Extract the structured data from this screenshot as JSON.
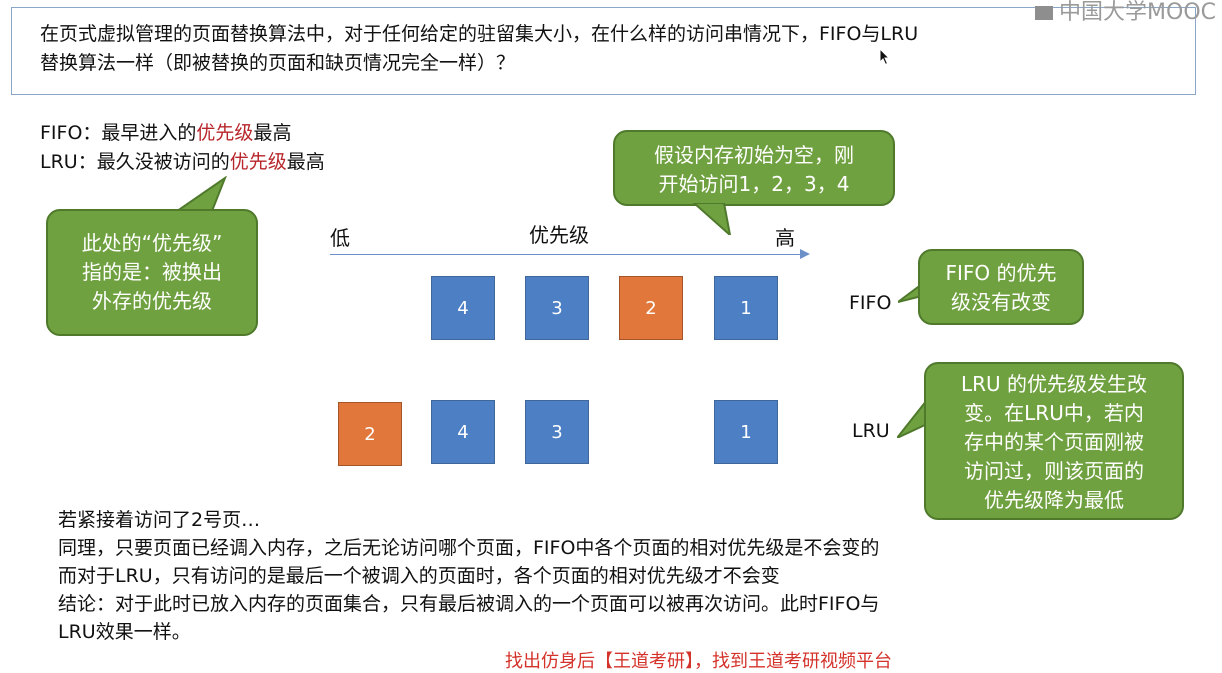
{
  "question": {
    "line1": "在页式虚拟管理的页面替换算法中，对于任何给定的驻留集大小，在什么样的访问串情况下，FIFO与LRU",
    "line2": "替换算法一样（即被替换的页面和缺页情况完全一样）？"
  },
  "watermark": "中国大学MOOC",
  "definitions": {
    "fifo": {
      "prefix": "FIFO：最早进入的",
      "highlight": "优先级",
      "suffix": "最高"
    },
    "lru": {
      "prefix": "LRU：最久没被访问的",
      "highlight": "优先级",
      "suffix": "最高"
    }
  },
  "bubbles": {
    "priority_note": [
      "此处的“优先级”",
      "指的是：被换出",
      "外存的优先级"
    ],
    "init_note": [
      "假设内存初始为空，刚",
      "开始访问1，2，3，4"
    ],
    "fifo_note": [
      "FIFO 的优先",
      "级没有改变"
    ],
    "lru_note": [
      "LRU 的优先级发生改",
      "变。在LRU中，若内",
      "存中的某个页面刚被",
      "访问过，则该页面的",
      "优先级降为最低"
    ]
  },
  "axis": {
    "low": "低",
    "mid": "优先级",
    "high": "高"
  },
  "rows": {
    "fifo": {
      "label": "FIFO",
      "pages": [
        "4",
        "3",
        "2",
        "1"
      ]
    },
    "lru": {
      "label": "LRU",
      "pages": [
        "2",
        "4",
        "3",
        "1"
      ]
    }
  },
  "colors": {
    "page_blue": "#4d7fc5",
    "page_orange": "#e1773a",
    "bubble_green": "#70a140",
    "highlight_red": "#b8262b"
  },
  "bottom_text": [
    "若紧接着访问了2号页…",
    "同理，只要页面已经调入内存，之后无论访问哪个页面，FIFO中各个页面的相对优先级是不会变的",
    "而对于LRU，只有访问的是最后一个被调入的页面时，各个页面的相对优先级才不会变",
    "结论：对于此时已放入内存的页面集合，只有最后被调入的一个页面可以被再次访问。此时FIFO与",
    "LRU效果一样。"
  ],
  "cut_off_text": "找出仿身后【王道考研】，找到王道考研视频平台"
}
